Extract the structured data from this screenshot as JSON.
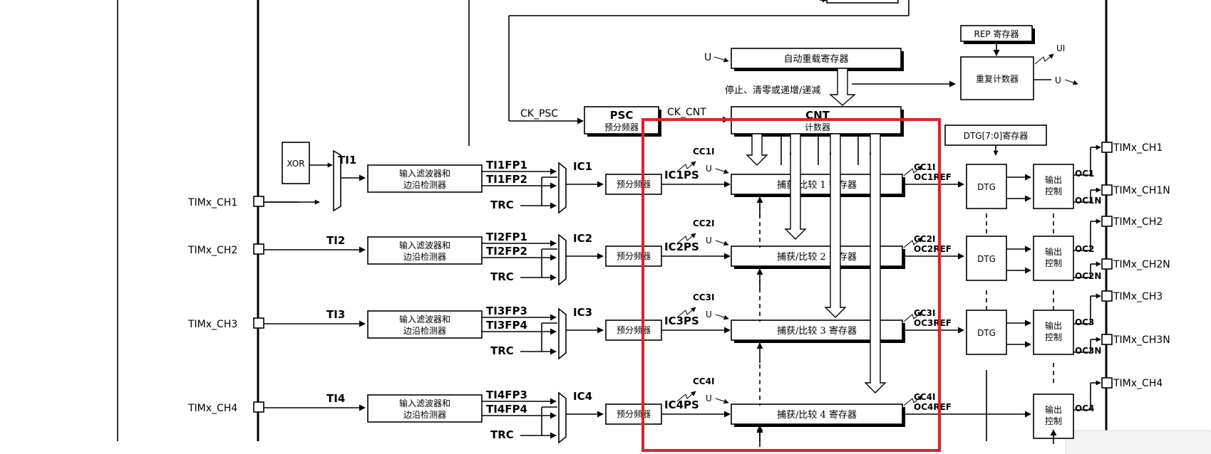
{
  "inputs": {
    "pins": [
      "TIMx_CH1",
      "TIMx_CH2",
      "TIMx_CH3",
      "TIMx_CH4"
    ],
    "xor": "XOR",
    "ti": [
      "TI1",
      "TI2",
      "TI3",
      "TI4"
    ],
    "filter": [
      "输入滤波器和",
      "边沿检测器"
    ],
    "fp": [
      [
        "TI1FP1",
        "TI1FP2"
      ],
      [
        "TI2FP1",
        "TI2FP2"
      ],
      [
        "TI3FP3",
        "TI3FP4"
      ],
      [
        "TI4FP3",
        "TI4FP4"
      ]
    ],
    "trc": "TRC",
    "ic": [
      "IC1",
      "IC2",
      "IC3",
      "IC4"
    ],
    "prescaler": "预分频器",
    "icps": [
      "IC1PS",
      "IC2PS",
      "IC3PS",
      "IC4PS"
    ]
  },
  "timebase": {
    "ck_psc": "CK_PSC",
    "psc_title": "PSC",
    "psc_sub": "预分频器",
    "ck_cnt": "CK_CNT",
    "cnt_title": "CNT",
    "cnt_sub": "计数器",
    "u": "U",
    "arr": "自动重载寄存器",
    "ctrl_note": "停止、清零或递增/递减",
    "rep_reg": "REP 寄存器",
    "rep_counter": "重复计数器",
    "ui": "UI"
  },
  "capture_compare": {
    "cci": [
      "CC1I",
      "CC2I",
      "CC3I",
      "CC4I"
    ],
    "regs": [
      "捕获/比较 1 寄存器",
      "捕获/比较 2 寄存器",
      "捕获/比较 3 寄存器",
      "捕获/比较 4 寄存器"
    ]
  },
  "outputs": {
    "ccout": [
      "CC1I",
      "CC2I",
      "CC3I",
      "CC4I"
    ],
    "ocref": [
      "OC1REF",
      "OC2REF",
      "OC3REF",
      "OC4REF"
    ],
    "dtg_reg": "DTG[7:0]寄存器",
    "dtg": "DTG",
    "out_ctrl": [
      "输出",
      "控制"
    ],
    "oc": [
      "OC1",
      "OC1N",
      "OC2",
      "OC2N",
      "OC3",
      "OC3N",
      "OC4"
    ],
    "pins": [
      "TIMx_CH1",
      "TIMx_CH1N",
      "TIMx_CH2",
      "TIMx_CH2N",
      "TIMx_CH3",
      "TIMx_CH3N",
      "TIMx_CH4"
    ]
  },
  "colors": {
    "highlight": "#e0212a",
    "line": "#000000"
  }
}
